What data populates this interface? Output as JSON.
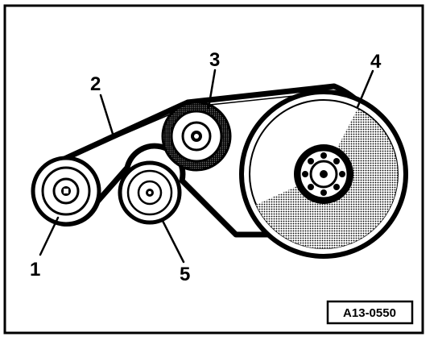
{
  "diagram": {
    "callouts": {
      "p1": "1",
      "p2": "2",
      "p3": "3",
      "p4": "4",
      "p5": "5"
    },
    "reference_code": "A13-0550"
  },
  "colors": {
    "ink": "#000000",
    "paper": "#ffffff"
  }
}
